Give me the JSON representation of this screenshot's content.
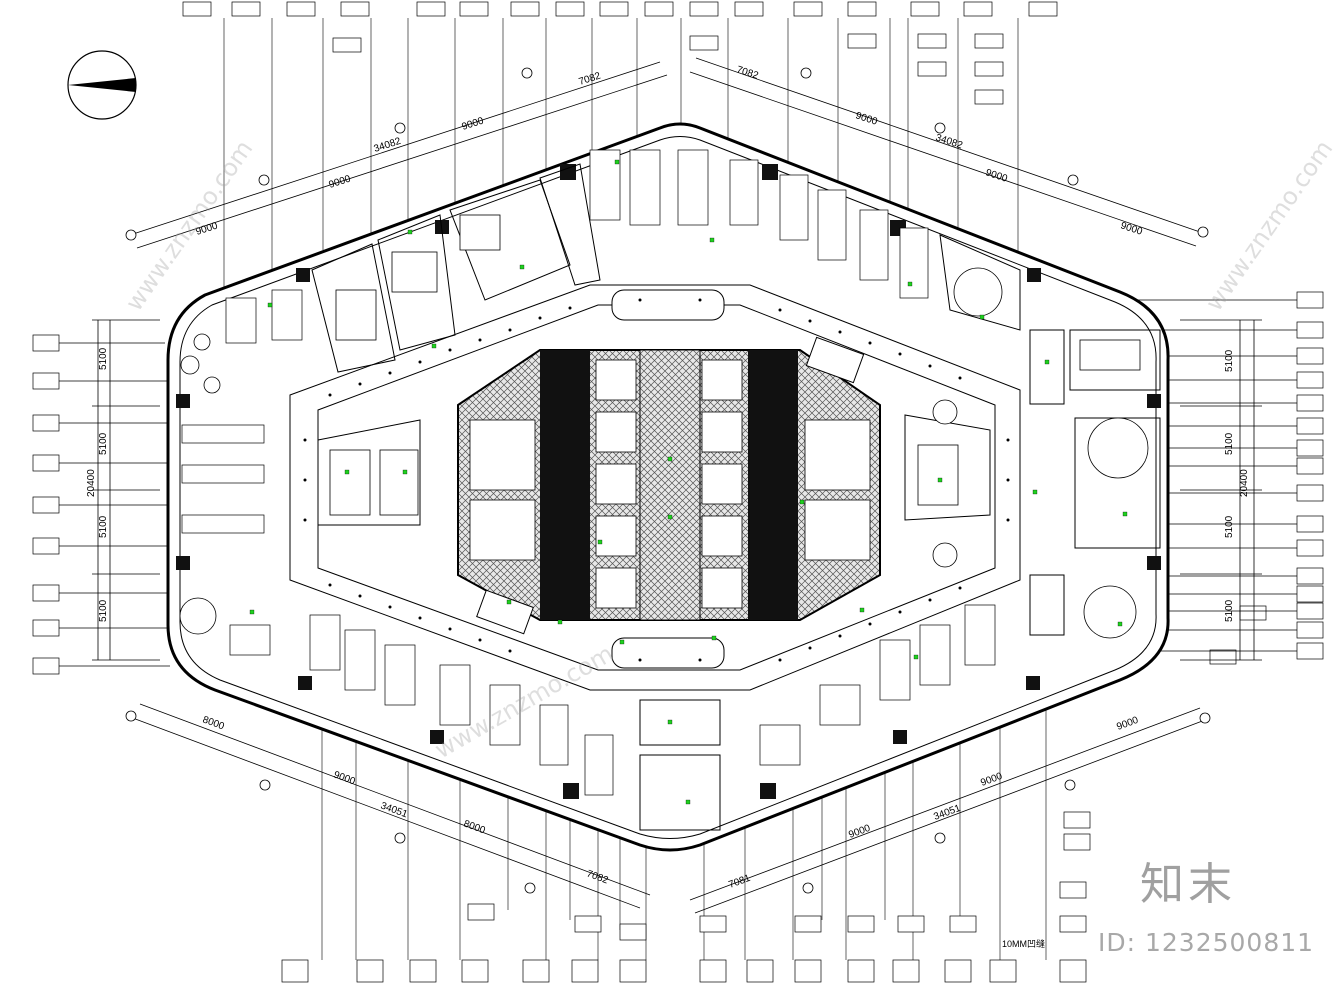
{
  "dimensions": {
    "top_left_total": "34082",
    "top_right_total": "34082",
    "bottom_left_total": "34051",
    "bottom_right_total": "34051",
    "top_left_segments": [
      "9000",
      "9000",
      "9000",
      "7082"
    ],
    "top_right_segments": [
      "7082",
      "9000",
      "9000",
      "9000"
    ],
    "bottom_left_segments": [
      "8000",
      "9000",
      "8000",
      "7082"
    ],
    "bottom_right_segments": [
      "7081",
      "9000",
      "9000",
      "9000"
    ],
    "left_total": "20400",
    "left_segments": [
      "5100",
      "5100",
      "5100",
      "5100"
    ],
    "right_total": "20400",
    "right_segments": [
      "5100",
      "5100",
      "5100",
      "5100"
    ],
    "ceiling_note": "10MM凹缝"
  },
  "watermark": {
    "logo": "知末",
    "id": "ID: 1232500811",
    "site": "www.znzmo.com"
  }
}
